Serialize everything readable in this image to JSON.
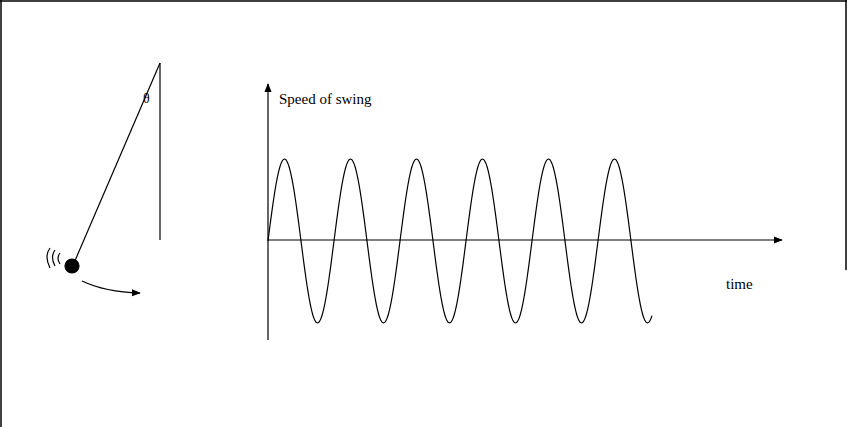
{
  "diagram": {
    "labels": [
      "θ",
      "Speed of swing",
      "time"
    ]
  }
}
